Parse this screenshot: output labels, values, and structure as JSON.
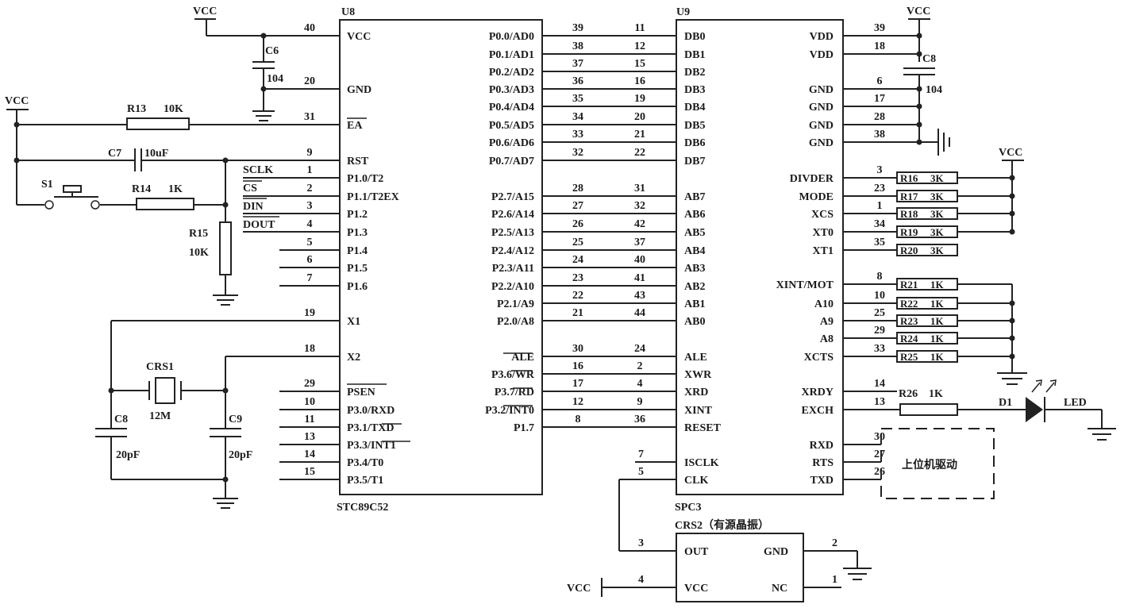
{
  "u8": {
    "ref": "U8",
    "part": "STC89C52",
    "left": [
      {
        "num": "40",
        "name": "VCC"
      },
      {
        "num": "20",
        "name": "GND"
      },
      {
        "num": "31",
        "name": "EA"
      },
      {
        "num": "9",
        "name": "RST"
      },
      {
        "num": "1",
        "name": "P1.0/T2"
      },
      {
        "num": "2",
        "name": "P1.1/T2EX"
      },
      {
        "num": "3",
        "name": "P1.2"
      },
      {
        "num": "4",
        "name": "P1.3"
      },
      {
        "num": "5",
        "name": "P1.4"
      },
      {
        "num": "6",
        "name": "P1.5"
      },
      {
        "num": "7",
        "name": "P1.6"
      },
      {
        "num": "19",
        "name": "X1"
      },
      {
        "num": "18",
        "name": "X2"
      },
      {
        "num": "29",
        "name": "PSEN"
      },
      {
        "num": "10",
        "name": "P3.0/RXD"
      },
      {
        "num": "11",
        "name": "P3.1/TXD"
      },
      {
        "num": "13",
        "name": "P3.3/INT1"
      },
      {
        "num": "14",
        "name": "P3.4/T0"
      },
      {
        "num": "15",
        "name": "P3.5/T1"
      }
    ],
    "right": [
      {
        "num": "39",
        "name": "P0.0/AD0"
      },
      {
        "num": "38",
        "name": "P0.1/AD1"
      },
      {
        "num": "37",
        "name": "P0.2/AD2"
      },
      {
        "num": "36",
        "name": "P0.3/AD3"
      },
      {
        "num": "35",
        "name": "P0.4/AD4"
      },
      {
        "num": "34",
        "name": "P0.5/AD5"
      },
      {
        "num": "33",
        "name": "P0.6/AD6"
      },
      {
        "num": "32",
        "name": "P0.7/AD7"
      },
      {
        "num": "28",
        "name": "P2.7/A15"
      },
      {
        "num": "27",
        "name": "P2.6/A14"
      },
      {
        "num": "26",
        "name": "P2.5/A13"
      },
      {
        "num": "25",
        "name": "P2.4/A12"
      },
      {
        "num": "24",
        "name": "P2.3/A11"
      },
      {
        "num": "23",
        "name": "P2.2/A10"
      },
      {
        "num": "22",
        "name": "P2.1/A9"
      },
      {
        "num": "21",
        "name": "P2.0/A8"
      },
      {
        "num": "30",
        "name": "ALE"
      },
      {
        "num": "16",
        "name": "P3.6/WR"
      },
      {
        "num": "17",
        "name": "P3.7/RD"
      },
      {
        "num": "12",
        "name": "P3.2/INT0"
      },
      {
        "num": "8",
        "name": "P1.7"
      }
    ]
  },
  "u9": {
    "ref": "U9",
    "part": "SPC3",
    "left": [
      {
        "num": "11",
        "name": "DB0"
      },
      {
        "num": "12",
        "name": "DB1"
      },
      {
        "num": "15",
        "name": "DB2"
      },
      {
        "num": "16",
        "name": "DB3"
      },
      {
        "num": "19",
        "name": "DB4"
      },
      {
        "num": "20",
        "name": "DB5"
      },
      {
        "num": "21",
        "name": "DB6"
      },
      {
        "num": "22",
        "name": "DB7"
      },
      {
        "num": "31",
        "name": "AB7"
      },
      {
        "num": "32",
        "name": "AB6"
      },
      {
        "num": "42",
        "name": "AB5"
      },
      {
        "num": "37",
        "name": "AB4"
      },
      {
        "num": "40",
        "name": "AB3"
      },
      {
        "num": "41",
        "name": "AB2"
      },
      {
        "num": "43",
        "name": "AB1"
      },
      {
        "num": "44",
        "name": "AB0"
      },
      {
        "num": "24",
        "name": "ALE"
      },
      {
        "num": "2",
        "name": "XWR"
      },
      {
        "num": "4",
        "name": "XRD"
      },
      {
        "num": "9",
        "name": "XINT"
      },
      {
        "num": "36",
        "name": "RESET"
      },
      {
        "num": "7",
        "name": "ISCLK"
      },
      {
        "num": "5",
        "name": "CLK"
      }
    ],
    "right": [
      {
        "num": "39",
        "name": "VDD"
      },
      {
        "num": "18",
        "name": "VDD"
      },
      {
        "num": "6",
        "name": "GND"
      },
      {
        "num": "17",
        "name": "GND"
      },
      {
        "num": "28",
        "name": "GND"
      },
      {
        "num": "38",
        "name": "GND"
      },
      {
        "num": "3",
        "name": "DIVDER"
      },
      {
        "num": "23",
        "name": "MODE"
      },
      {
        "num": "1",
        "name": "XCS"
      },
      {
        "num": "34",
        "name": "XT0"
      },
      {
        "num": "35",
        "name": "XT1"
      },
      {
        "num": "8",
        "name": "XINT/MOT"
      },
      {
        "num": "10",
        "name": "A10"
      },
      {
        "num": "25",
        "name": "A9"
      },
      {
        "num": "29",
        "name": "A8"
      },
      {
        "num": "33",
        "name": "XCTS"
      },
      {
        "num": "14",
        "name": "XRDY"
      },
      {
        "num": "13",
        "name": "EXCH"
      },
      {
        "num": "30",
        "name": "RXD"
      },
      {
        "num": "27",
        "name": "RTS"
      },
      {
        "num": "26",
        "name": "TXD"
      }
    ],
    "pullups": [
      {
        "ref": "R16",
        "val": "3K"
      },
      {
        "ref": "R17",
        "val": "3K"
      },
      {
        "ref": "R18",
        "val": "3K"
      },
      {
        "ref": "R19",
        "val": "3K"
      },
      {
        "ref": "R20",
        "val": "3K"
      }
    ],
    "pulldowns": [
      {
        "ref": "R21",
        "val": "1K"
      },
      {
        "ref": "R22",
        "val": "1K"
      },
      {
        "ref": "R23",
        "val": "1K"
      },
      {
        "ref": "R24",
        "val": "1K"
      },
      {
        "ref": "R25",
        "val": "1K"
      }
    ]
  },
  "crs2": {
    "title": "CRS2（有源晶振）",
    "pins": [
      {
        "num": "3",
        "name": "OUT"
      },
      {
        "num": "4",
        "name": "VCC"
      },
      {
        "num": "2",
        "name": "GND"
      },
      {
        "num": "1",
        "name": "NC"
      }
    ]
  },
  "nets": {
    "vcc": "VCC",
    "sclk": "SCLK",
    "cs": "CS",
    "din": "DIN",
    "dout": "DOUT"
  },
  "components": {
    "c6": {
      "ref": "C6",
      "val": "104"
    },
    "c8_top": {
      "ref": "C8",
      "val": "104"
    },
    "c7": {
      "ref": "C7",
      "val": "10uF"
    },
    "r13": {
      "ref": "R13",
      "val": "10K"
    },
    "r14": {
      "ref": "R14",
      "val": "1K"
    },
    "r15": {
      "ref": "R15",
      "val": "10K"
    },
    "s1": {
      "ref": "S1"
    },
    "crs1": {
      "ref": "CRS1",
      "val": "12M"
    },
    "c8": {
      "ref": "C8",
      "val": "20pF"
    },
    "c9": {
      "ref": "C9",
      "val": "20pF"
    },
    "r26": {
      "ref": "R26",
      "val": "1K"
    },
    "d1": {
      "ref": "D1",
      "label": "LED"
    }
  },
  "host_driver": "上位机驱动",
  "colors": {
    "ink": "#222222",
    "background": "#ffffff"
  }
}
